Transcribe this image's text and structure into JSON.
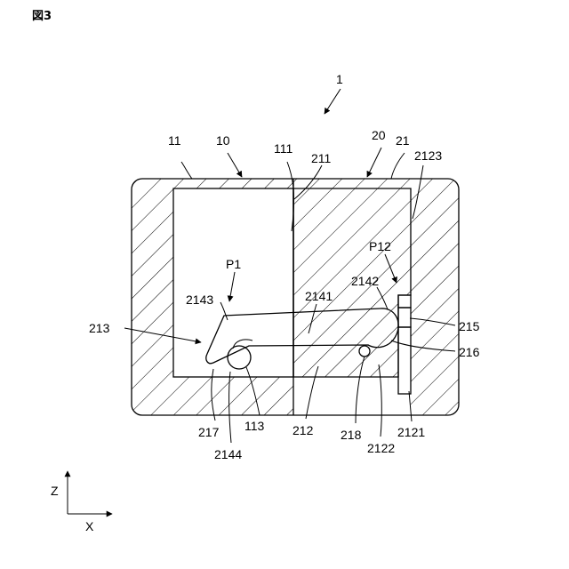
{
  "figure_title": "図3",
  "labels": {
    "r1": "1",
    "r11": "11",
    "r10": "10",
    "r111": "111",
    "r211": "211",
    "r20": "20",
    "r21": "21",
    "r2123": "2123",
    "rP12": "P12",
    "rP1": "P1",
    "r2143": "2143",
    "r2141": "2141",
    "r2142": "2142",
    "r213": "213",
    "r215": "215",
    "r216": "216",
    "r217": "217",
    "r113": "113",
    "r2144": "2144",
    "r212": "212",
    "r218": "218",
    "r2122": "2122",
    "r2121": "2121"
  },
  "axes": {
    "z": "Z",
    "x": "X"
  }
}
